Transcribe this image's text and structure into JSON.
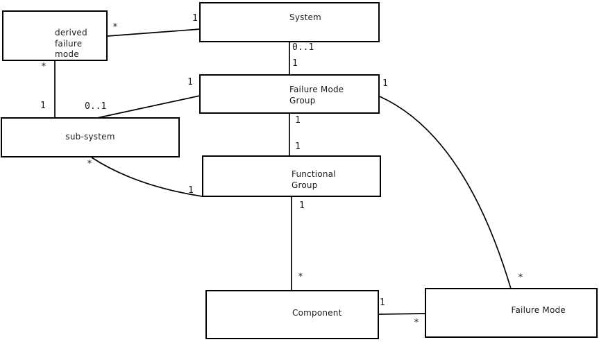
{
  "diagram_type": "uml-class-association-diagram",
  "colors": {
    "background": "#ffffff",
    "line": "#000000",
    "text": "#1a1a1a"
  },
  "nodes": {
    "derived_failure_mode": {
      "label": "derived\nfailure\nmode"
    },
    "system": {
      "label": "System"
    },
    "failure_mode_group": {
      "label": "Failure Mode\nGroup"
    },
    "sub_system": {
      "label": "sub-system"
    },
    "functional_group": {
      "label": "Functional\nGroup"
    },
    "component": {
      "label": "Component"
    },
    "failure_mode": {
      "label": "Failure Mode"
    }
  },
  "edges": {
    "system__derived_failure_mode": {
      "system_end": "1",
      "derived_failure_mode_end": "*"
    },
    "system__failure_mode_group": {
      "system_end": "0..1",
      "failure_mode_group_end": "1"
    },
    "derived_failure_mode__sub_system": {
      "derived_failure_mode_end": "*",
      "sub_system_end": "1"
    },
    "failure_mode_group__sub_system": {
      "failure_mode_group_end": "1",
      "sub_system_end": "0..1"
    },
    "failure_mode_group__functional_group": {
      "failure_mode_group_end": "1",
      "functional_group_end": "1"
    },
    "sub_system__functional_group": {
      "sub_system_end": "*",
      "functional_group_end": "1"
    },
    "functional_group__component": {
      "functional_group_end": "1",
      "component_end": "*"
    },
    "component__failure_mode": {
      "component_end": "1",
      "failure_mode_end": "*"
    },
    "failure_mode_group__failure_mode": {
      "failure_mode_group_end": "1",
      "failure_mode_end": "*"
    }
  }
}
